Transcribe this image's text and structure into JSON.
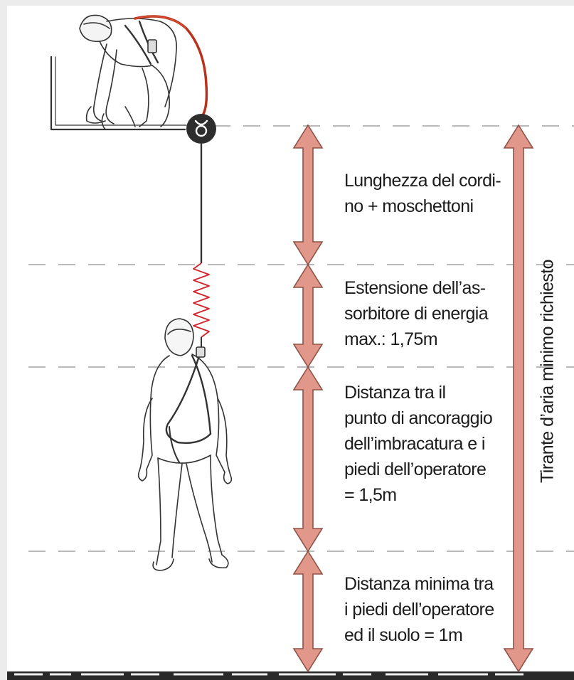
{
  "diagram": {
    "segments": [
      {
        "id": "lanyard",
        "text": "Lunghezza del cordi-\nno + moschettoni"
      },
      {
        "id": "absorber",
        "text": "Estensione dell’as-\nsorbitore di energia\nmax.: 1,75m"
      },
      {
        "id": "harness",
        "text": "Distanza tra il\npunto di ancoraggio\ndell’imbracatura e i\npiedi dell’operatore\n= 1,5m"
      },
      {
        "id": "ground",
        "text": "Distanza minima tra\ni piedi dell’operatore\ned il suolo = 1m"
      }
    ],
    "total_label": "Tirante d’aria minimo richiesto",
    "colors": {
      "arrow_fill": "#e2978b",
      "arrow_stroke": "#8f5247",
      "dashed_line": "#b9b9b9",
      "lanyard_red": "#d4232a",
      "anchor_ring": "#2e2e2e",
      "background": "#ffffff"
    },
    "icons": [
      "worker-on-edge-illustration",
      "anchor-ring-icon",
      "shock-absorber-spring",
      "falling-worker-illustration"
    ]
  }
}
